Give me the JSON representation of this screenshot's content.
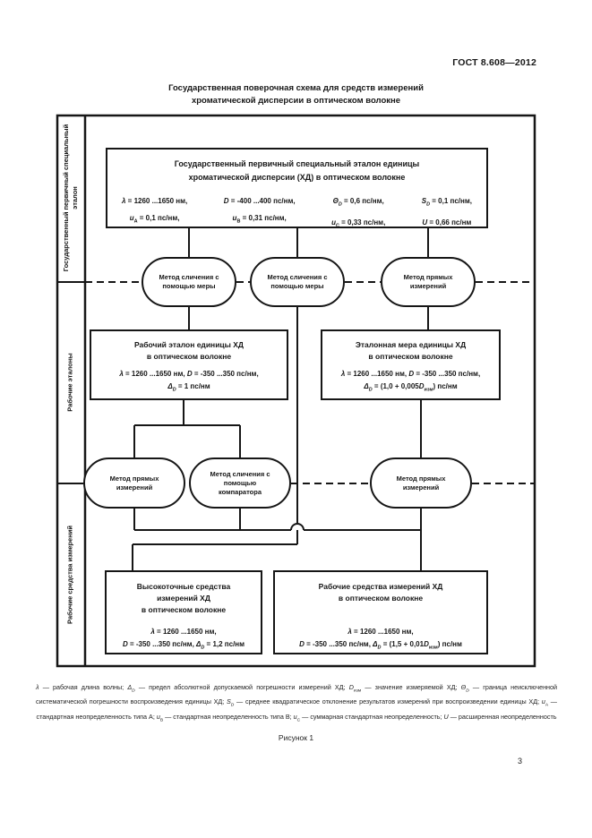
{
  "page": {
    "doc_code": "ГОСТ 8.608—2012",
    "page_number": "3",
    "figure_caption": "Рисунок 1"
  },
  "title": {
    "line1": "Государственная поверочная схема для средств измерений",
    "line2": "хроматической дисперсии в оптическом волокне"
  },
  "sidebar": {
    "section1": "Государственный первичный специальный эталон",
    "section2": "Рабочие эталоны",
    "section3": "Рабочие средства измерений"
  },
  "primary": {
    "title1": "Государственный первичный специальный эталон единицы",
    "title2": "хроматической дисперсии (ХД) в оптическом волокне",
    "p_lambda": [
      {
        "t": "λ",
        "m": "i"
      },
      {
        "t": " = 1260 ...1650 нм,"
      }
    ],
    "p_uA": [
      {
        "t": "u",
        "m": "i"
      },
      {
        "t": "A",
        "m": "sub"
      },
      {
        "t": " = 0,1 пс/нм,"
      }
    ],
    "p_D": [
      {
        "t": "D",
        "m": "i"
      },
      {
        "t": " = -400 ...400 пс/нм,"
      }
    ],
    "p_uB": [
      {
        "t": "u",
        "m": "i"
      },
      {
        "t": "B",
        "m": "sub"
      },
      {
        "t": " = 0,31 пс/нм,"
      }
    ],
    "p_theta": [
      {
        "t": "Θ",
        "m": "i"
      },
      {
        "t": "D",
        "m": "isub"
      },
      {
        "t": " = 0,6 пс/нм,"
      }
    ],
    "p_uC": [
      {
        "t": "u",
        "m": "i"
      },
      {
        "t": "C",
        "m": "sub"
      },
      {
        "t": " = 0,33 пс/нм,"
      }
    ],
    "p_S": [
      {
        "t": "S",
        "m": "i"
      },
      {
        "t": "D",
        "m": "isub"
      },
      {
        "t": " = 0,1 пс/нм,"
      }
    ],
    "p_U": [
      {
        "t": "U",
        "m": "i"
      },
      {
        "t": " = 0,66 пс/нм"
      }
    ]
  },
  "methods": {
    "compare_measure_1": "Метод сличения с помощью меры",
    "compare_measure_2": "Метод сличения с помощью меры",
    "direct_1": "Метод прямых измерений",
    "direct_2": "Метод прямых измерений",
    "comparator": "Метод сличения с помощью компаратора",
    "direct_3": "Метод прямых измерений"
  },
  "working_standard": {
    "title1": "Рабочий эталон единицы ХД",
    "title2": "в оптическом волокне",
    "line1": [
      {
        "t": "λ",
        "m": "i"
      },
      {
        "t": " = 1260 ...1650 нм, "
      },
      {
        "t": "D",
        "m": "i"
      },
      {
        "t": " = -350 ...350 пс/нм,"
      }
    ],
    "line2": [
      {
        "t": "Δ",
        "m": "i"
      },
      {
        "t": "D",
        "m": "isub"
      },
      {
        "t": " = 1 пс/нм"
      }
    ]
  },
  "reference_measure": {
    "title1": "Эталонная мера единицы ХД",
    "title2": "в оптическом волокне",
    "line1": [
      {
        "t": "λ",
        "m": "i"
      },
      {
        "t": " = 1260 ...1650 нм, "
      },
      {
        "t": "D",
        "m": "i"
      },
      {
        "t": " = -350 ...350 пс/нм,"
      }
    ],
    "line2": [
      {
        "t": "Δ",
        "m": "i"
      },
      {
        "t": "D",
        "m": "isub"
      },
      {
        "t": " = (1,0 + 0,005"
      },
      {
        "t": "D",
        "m": "i"
      },
      {
        "t": "изм",
        "m": "sub"
      },
      {
        "t": ") пс/нм"
      }
    ]
  },
  "high_precision": {
    "title1": "Высокоточные средства",
    "title2": "измерений ХД",
    "title3": "в оптическом волокне",
    "line1": [
      {
        "t": "λ",
        "m": "i"
      },
      {
        "t": " = 1260 ...1650 нм,"
      }
    ],
    "line2": [
      {
        "t": "D",
        "m": "i"
      },
      {
        "t": " = -350 ...350 пс/нм, "
      },
      {
        "t": "Δ",
        "m": "i"
      },
      {
        "t": "D",
        "m": "isub"
      },
      {
        "t": " = 1,2 пс/нм"
      }
    ]
  },
  "working_instruments": {
    "title1": "Рабочие средства измерений ХД",
    "title2": "в оптическом волокне",
    "line1": [
      {
        "t": "λ",
        "m": "i"
      },
      {
        "t": " = 1260 ...1650 нм,"
      }
    ],
    "line2": [
      {
        "t": "D",
        "m": "i"
      },
      {
        "t": " = -350 ...350 пс/нм,  "
      },
      {
        "t": "Δ",
        "m": "i"
      },
      {
        "t": "D",
        "m": "isub"
      },
      {
        "t": " = (1,5 + 0,01"
      },
      {
        "t": "D",
        "m": "i"
      },
      {
        "t": "изм",
        "m": "sub"
      },
      {
        "t": ") пс/нм"
      }
    ]
  },
  "footnote": {
    "rich": [
      {
        "t": "λ",
        "m": "i"
      },
      {
        "t": " — рабочая длина волны; "
      },
      {
        "t": "Δ",
        "m": "i"
      },
      {
        "t": "D",
        "m": "isub"
      },
      {
        "t": " — предел абсолютной допускаемой погрешности измерений ХД; "
      },
      {
        "t": "D",
        "m": "i"
      },
      {
        "t": "изм",
        "m": "sub"
      },
      {
        "t": " — значение измеряемой ХД; "
      },
      {
        "t": "Θ",
        "m": "i"
      },
      {
        "t": "D",
        "m": "isub"
      },
      {
        "t": " — граница неисключенной систематической погрешности воспроизведения единицы ХД; "
      },
      {
        "t": "S",
        "m": "i"
      },
      {
        "t": "D",
        "m": "isub"
      },
      {
        "t": " — среднее квадратическое отклонение результатов измерений при воспроизведении единицы ХД; "
      },
      {
        "t": "u",
        "m": "i"
      },
      {
        "t": "A",
        "m": "sub"
      },
      {
        "t": " — стандартная неопределенность типа А; "
      },
      {
        "t": "u",
        "m": "i"
      },
      {
        "t": "B",
        "m": "sub"
      },
      {
        "t": " — стандартная неопределенность типа В; "
      },
      {
        "t": "u",
        "m": "i"
      },
      {
        "t": "C",
        "m": "sub"
      },
      {
        "t": " — суммарная стандартная неопределенность; "
      },
      {
        "t": "U",
        "m": "i"
      },
      {
        "t": " — расширенная неопределенность"
      }
    ]
  },
  "colors": {
    "ink": "#161616",
    "paper": "#ffffff"
  }
}
